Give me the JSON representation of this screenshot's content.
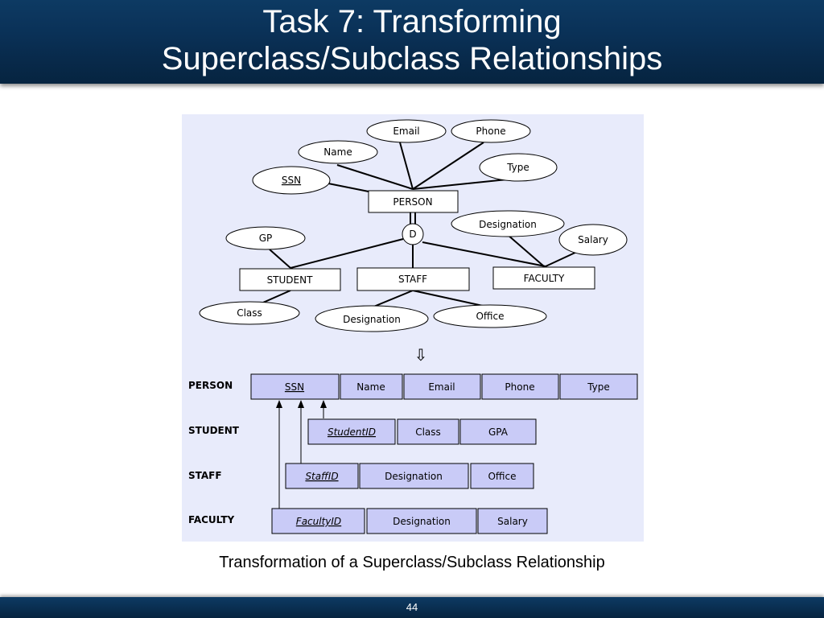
{
  "slide": {
    "title_line1": "Task 7: Transforming",
    "title_line2": "Superclass/Subclass Relationships",
    "caption": "Transformation of a Superclass/Subclass Relationship",
    "page_number": "44"
  },
  "er": {
    "entities": {
      "person": "PERSON",
      "student": "STUDENT",
      "staff": "STAFF",
      "faculty": "FACULTY"
    },
    "disjoint_symbol": "D",
    "attributes": {
      "email": "Email",
      "phone": "Phone",
      "name": "Name",
      "type": "Type",
      "ssn": "SSN",
      "designation_faculty": "Designation",
      "salary": "Salary",
      "gp": "GP",
      "class": "Class",
      "designation_staff": "Designation",
      "office": "Office"
    },
    "arrow_symbol": "⇩"
  },
  "tables": [
    {
      "name": "PERSON",
      "columns": [
        {
          "label": "SSN",
          "key": true
        },
        {
          "label": "Name"
        },
        {
          "label": "Email"
        },
        {
          "label": "Phone"
        },
        {
          "label": "Type"
        }
      ]
    },
    {
      "name": "STUDENT",
      "columns": [
        {
          "label": "StudentID",
          "key": true
        },
        {
          "label": "Class"
        },
        {
          "label": "GPA"
        }
      ]
    },
    {
      "name": "STAFF",
      "columns": [
        {
          "label": "StaffID",
          "key": true
        },
        {
          "label": "Designation"
        },
        {
          "label": "Office"
        }
      ]
    },
    {
      "name": "FACULTY",
      "columns": [
        {
          "label": "FacultyID",
          "key": true
        },
        {
          "label": "Designation"
        },
        {
          "label": "Salary"
        }
      ]
    }
  ]
}
